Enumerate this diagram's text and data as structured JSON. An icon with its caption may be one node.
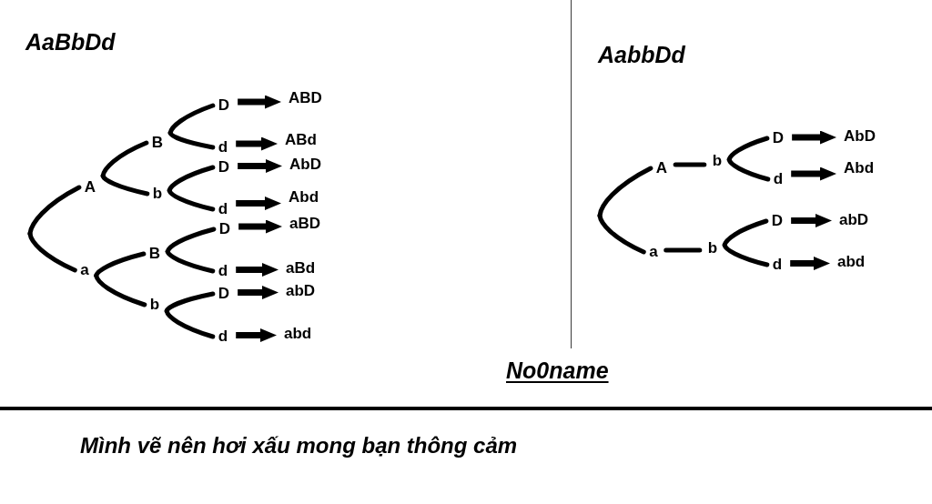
{
  "diagram": {
    "nodes": [
      {
        "text": [
          "A"
        ]
      },
      {
        "text": [
          "a"
        ]
      },
      {
        "text": [
          "B"
        ]
      },
      {
        "text": [
          "b"
        ]
      },
      {
        "text": [
          "B"
        ]
      },
      {
        "text": [
          "b"
        ]
      },
      {
        "text": [
          "D"
        ]
      },
      {
        "text": [
          "d"
        ]
      },
      {
        "text": [
          "D"
        ]
      },
      {
        "text": [
          "d"
        ]
      },
      {
        "text": [
          "D"
        ]
      },
      {
        "text": [
          "d"
        ]
      },
      {
        "text": [
          "D"
        ]
      },
      {
        "text": [
          "d"
        ]
      },
      {
        "text": [
          "ABD"
        ]
      },
      {
        "text": [
          "ABd"
        ]
      },
      {
        "text": [
          "AbD"
        ]
      },
      {
        "text": [
          "Abd"
        ]
      },
      {
        "text": [
          "aBD"
        ]
      },
      {
        "text": [
          "aBd"
        ]
      },
      {
        "text": [
          "abD"
        ]
      },
      {
        "text": [
          "abd"
        ]
      },
      {
        "text": [
          "A"
        ]
      },
      {
        "text": [
          "b"
        ]
      },
      {
        "text": [
          "a"
        ]
      },
      {
        "text": [
          "b"
        ]
      },
      {
        "text": [
          "D"
        ]
      },
      {
        "text": [
          "d"
        ]
      },
      {
        "text": [
          "D"
        ]
      },
      {
        "text": [
          "d"
        ]
      },
      {
        "text": [
          "AbD"
        ]
      },
      {
        "text": [
          "Abd"
        ]
      },
      {
        "text": [
          "abD"
        ]
      },
      {
        "text": [
          "abd"
        ]
      }
    ],
    "edges": [
      {
        "from": null,
        "to": 0,
        "arrow": "none"
      },
      {
        "from": null,
        "to": 1,
        "arrow": "none"
      },
      {
        "from": 0,
        "to": 2,
        "arrow": "none"
      },
      {
        "from": 0,
        "to": 3,
        "arrow": "none"
      },
      {
        "from": 1,
        "to": 4,
        "arrow": "none"
      },
      {
        "from": 1,
        "to": 5,
        "arrow": "none"
      },
      {
        "from": 2,
        "to": 6,
        "arrow": "none"
      },
      {
        "from": 2,
        "to": 7,
        "arrow": "none"
      },
      {
        "from": 3,
        "to": 8,
        "arrow": "none"
      },
      {
        "from": 3,
        "to": 9,
        "arrow": "none"
      },
      {
        "from": 4,
        "to": 10,
        "arrow": "none"
      },
      {
        "from": 4,
        "to": 11,
        "arrow": "none"
      },
      {
        "from": 5,
        "to": 12,
        "arrow": "none"
      },
      {
        "from": 5,
        "to": 13,
        "arrow": "none"
      },
      {
        "from": 6,
        "to": 14,
        "arrow": "to"
      },
      {
        "from": 7,
        "to": 15,
        "arrow": "to"
      },
      {
        "from": 8,
        "to": 16,
        "arrow": "to"
      },
      {
        "from": 9,
        "to": 17,
        "arrow": "to"
      },
      {
        "from": 10,
        "to": 18,
        "arrow": "to"
      },
      {
        "from": 11,
        "to": 19,
        "arrow": "to"
      },
      {
        "from": 12,
        "to": 20,
        "arrow": "to"
      },
      {
        "from": 13,
        "to": 21,
        "arrow": "to"
      },
      {
        "from": null,
        "to": 22,
        "arrow": "none"
      },
      {
        "from": null,
        "to": 24,
        "arrow": "none"
      },
      {
        "from": 22,
        "to": 23,
        "arrow": "none"
      },
      {
        "from": 24,
        "to": 25,
        "arrow": "none"
      },
      {
        "from": 23,
        "to": 26,
        "arrow": "none"
      },
      {
        "from": 23,
        "to": 27,
        "arrow": "none"
      },
      {
        "from": 25,
        "to": 28,
        "arrow": "none"
      },
      {
        "from": 25,
        "to": 29,
        "arrow": "none"
      },
      {
        "from": 26,
        "to": 30,
        "arrow": "to"
      },
      {
        "from": 27,
        "to": 31,
        "arrow": "to"
      },
      {
        "from": 28,
        "to": 32,
        "arrow": "to"
      },
      {
        "from": 29,
        "to": 33,
        "arrow": "to"
      }
    ],
    "labels": [
      "AaBbDd",
      "AabbDd",
      "No0name"
    ],
    "caption": "Mình vẽ nên hơi xấu mong bạn thông cảm"
  }
}
